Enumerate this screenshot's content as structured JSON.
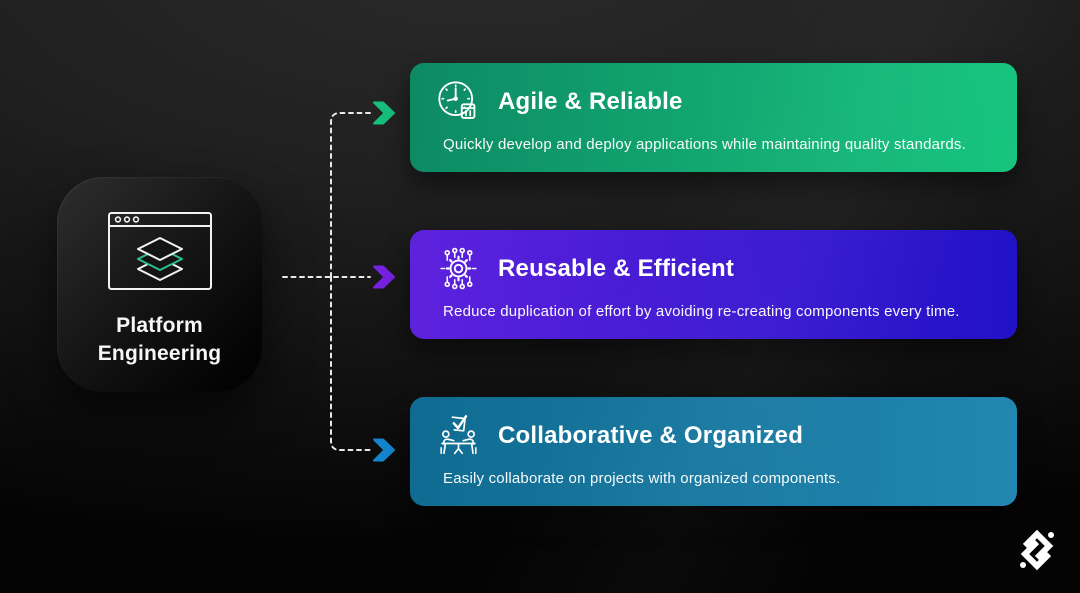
{
  "page": {
    "background_top": "#2a2a2a",
    "background_bottom": "#040404",
    "connector_color": "#e9e9e9"
  },
  "source": {
    "label": "Platform Engineering",
    "icon": "browser-layers-icon",
    "layer_accent_color": "#2fbe87"
  },
  "cards": [
    {
      "title": "Agile & Reliable",
      "description": "Quickly develop and deploy applications while maintaining quality standards.",
      "icon": "clock-agility-icon",
      "gradient_from": "#0d8a64",
      "gradient_to": "#16c57e",
      "arrow_color": "#16bf7c"
    },
    {
      "title": "Reusable & Efficient",
      "description": "Reduce duplication of effort by avoiding re-creating components every time.",
      "icon": "gear-circuit-icon",
      "gradient_from": "#5e22dd",
      "gradient_to": "#2112c7",
      "arrow_color": "#7721e2"
    },
    {
      "title": "Collaborative & Organized",
      "description": "Easily collaborate on projects with organized components.",
      "icon": "team-table-check-icon",
      "gradient_from": "#0f6b91",
      "gradient_to": "#2287b1",
      "arrow_color": "#1485cd"
    }
  ],
  "footer": {
    "logo_icon": "interlocked-diamonds-logo",
    "logo_color": "#ffffff"
  }
}
